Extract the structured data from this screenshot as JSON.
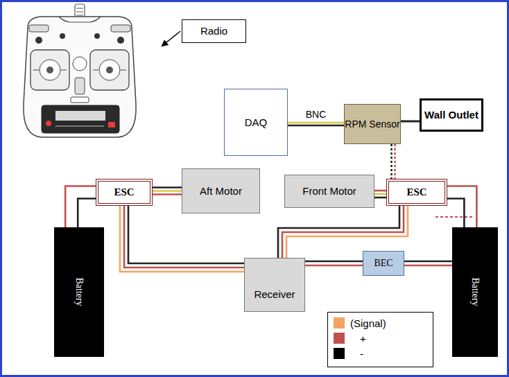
{
  "diagram": {
    "nodes": [
      {
        "text": [
          "Radio"
        ]
      },
      {
        "text": [
          "DAQ"
        ]
      },
      {
        "text": [
          "RPM Sensor"
        ]
      },
      {
        "text": [
          "Wall Outlet"
        ]
      },
      {
        "text": [
          "ESC"
        ]
      },
      {
        "text": [
          "Aft Motor"
        ]
      },
      {
        "text": [
          "Front Motor"
        ]
      },
      {
        "text": [
          "ESC"
        ]
      },
      {
        "text": [
          "Battery"
        ]
      },
      {
        "text": [
          "Receiver"
        ]
      },
      {
        "text": [
          "BEC"
        ]
      },
      {
        "text": [
          "Battery"
        ]
      }
    ],
    "edges": [
      {
        "from": 1,
        "to": 2,
        "label": "BNC",
        "arrow": "none"
      },
      {
        "from": 2,
        "to": 3,
        "arrow": "none"
      },
      {
        "from": 2,
        "to": 7,
        "arrow": "none"
      },
      {
        "from": 5,
        "to": 4,
        "arrow": "none"
      },
      {
        "from": 6,
        "to": 7,
        "arrow": "none"
      },
      {
        "from": 8,
        "to": 4,
        "arrow": "none"
      },
      {
        "from": 11,
        "to": 7,
        "arrow": "none"
      },
      {
        "from": 4,
        "to": 9,
        "arrow": "none"
      },
      {
        "from": 7,
        "to": 9,
        "arrow": "none"
      },
      {
        "from": 10,
        "to": 9,
        "arrow": "none"
      },
      {
        "from": 11,
        "to": 10,
        "arrow": "none"
      }
    ],
    "legend": [
      {
        "text": "(Signal)",
        "color": "#f4a460"
      },
      {
        "text": "+",
        "color": "#c0504d"
      },
      {
        "text": "-",
        "color": "#000000"
      }
    ]
  }
}
